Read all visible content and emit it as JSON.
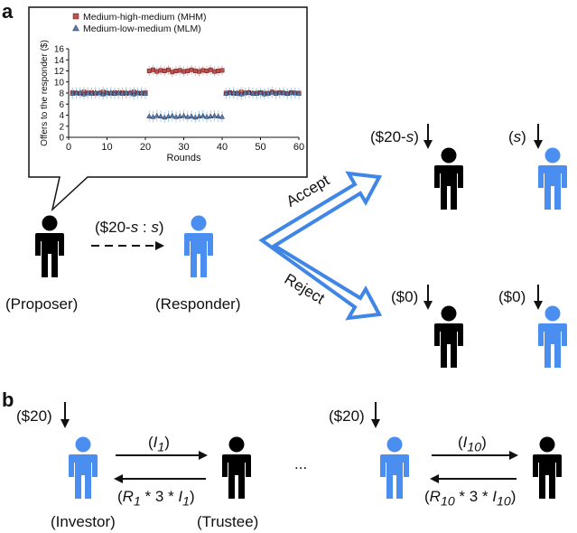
{
  "panel_a": {
    "letter": "a",
    "proposer_label": "(Proposer)",
    "responder_label": "(Responder)",
    "offer_label_prefix": "($20-",
    "offer_label_var1": "s",
    "offer_label_sep": " : ",
    "offer_label_var2": "s",
    "offer_label_suffix": ")",
    "accept_label": "Accept",
    "reject_label": "Reject",
    "accept_proposer_prefix": "($20-",
    "accept_proposer_var": "s",
    "accept_proposer_suffix": ")",
    "accept_responder_prefix": "(",
    "accept_responder_var": "s",
    "accept_responder_suffix": ")",
    "reject_proposer_amount": "($0)",
    "reject_responder_amount": "($0)"
  },
  "panel_b": {
    "letter": "b",
    "investor_label": "(Investor)",
    "trustee_label": "(Trustee)",
    "endowment_1": "($20)",
    "endowment_10": "($20)",
    "ellipsis": "...",
    "invest_1": {
      "base": "I",
      "sub": "1"
    },
    "return_1": {
      "r": "R",
      "r_sub": "1",
      "mid": " * 3 * ",
      "i": "I",
      "i_sub": "1"
    },
    "invest_10": {
      "base": "I",
      "sub": "10"
    },
    "return_10": {
      "r": "R",
      "r_sub": "10",
      "mid": " * 3 * ",
      "i": "I",
      "i_sub": "10"
    }
  },
  "colors": {
    "proposer": "#000000",
    "responder": "#4a8ff0",
    "arrow_outline": "#3f86e6",
    "mhm_marker": "#c0504d",
    "mlm_marker": "#5b7bb3"
  },
  "chart_data": {
    "type": "scatter",
    "xlabel": "Rounds",
    "ylabel": "Offers to the responder ($)",
    "xlim": [
      0,
      60
    ],
    "ylim": [
      0,
      16
    ],
    "xticks": [
      0,
      10,
      20,
      30,
      40,
      50,
      60
    ],
    "yticks": [
      0,
      2,
      4,
      6,
      8,
      10,
      12,
      14,
      16
    ],
    "legend_position": "top-left",
    "series": [
      {
        "name": "Medium-high-medium (MHM)",
        "marker": "square",
        "x": [
          1,
          2,
          3,
          4,
          5,
          6,
          7,
          8,
          9,
          10,
          11,
          12,
          13,
          14,
          15,
          16,
          17,
          18,
          19,
          20,
          21,
          22,
          23,
          24,
          25,
          26,
          27,
          28,
          29,
          30,
          31,
          32,
          33,
          34,
          35,
          36,
          37,
          38,
          39,
          40,
          41,
          42,
          43,
          44,
          45,
          46,
          47,
          48,
          49,
          50,
          51,
          52,
          53,
          54,
          55,
          56,
          57,
          58,
          59,
          60
        ],
        "values": [
          8.1,
          8.0,
          7.9,
          8.2,
          8.0,
          8.1,
          7.9,
          8.0,
          8.2,
          8.0,
          7.9,
          8.1,
          8.0,
          8.1,
          7.9,
          8.0,
          8.2,
          8.0,
          7.9,
          8.1,
          12.0,
          12.2,
          11.9,
          12.1,
          12.0,
          12.2,
          11.8,
          12.0,
          12.1,
          11.9,
          12.0,
          12.2,
          12.0,
          11.9,
          12.1,
          12.0,
          12.2,
          11.9,
          12.0,
          12.1,
          8.0,
          8.1,
          7.9,
          8.0,
          8.2,
          8.0,
          8.1,
          7.9,
          8.0,
          8.1,
          8.0,
          7.9,
          8.2,
          8.0,
          8.1,
          8.0,
          7.9,
          8.1,
          8.0,
          8.0
        ],
        "error": 0.9
      },
      {
        "name": "Medium-low-medium (MLM)",
        "marker": "triangle",
        "x": [
          1,
          2,
          3,
          4,
          5,
          6,
          7,
          8,
          9,
          10,
          11,
          12,
          13,
          14,
          15,
          16,
          17,
          18,
          19,
          20,
          21,
          22,
          23,
          24,
          25,
          26,
          27,
          28,
          29,
          30,
          31,
          32,
          33,
          34,
          35,
          36,
          37,
          38,
          39,
          40,
          41,
          42,
          43,
          44,
          45,
          46,
          47,
          48,
          49,
          50,
          51,
          52,
          53,
          54,
          55,
          56,
          57,
          58,
          59,
          60
        ],
        "values": [
          7.9,
          8.0,
          8.1,
          7.8,
          8.0,
          7.9,
          8.1,
          8.0,
          7.8,
          8.0,
          8.1,
          7.9,
          8.0,
          7.9,
          8.1,
          8.0,
          7.8,
          8.0,
          8.1,
          7.9,
          3.8,
          3.7,
          3.9,
          3.8,
          3.6,
          3.8,
          3.9,
          3.7,
          3.8,
          3.9,
          3.7,
          3.8,
          3.6,
          3.8,
          3.9,
          3.7,
          3.8,
          3.9,
          3.8,
          3.7,
          7.9,
          8.0,
          8.1,
          7.9,
          7.8,
          8.0,
          8.1,
          8.0,
          7.9,
          8.0,
          7.8,
          8.0,
          8.1,
          7.9,
          8.0,
          8.1,
          7.9,
          8.0,
          8.0,
          7.9
        ],
        "error": 1.0
      }
    ]
  }
}
